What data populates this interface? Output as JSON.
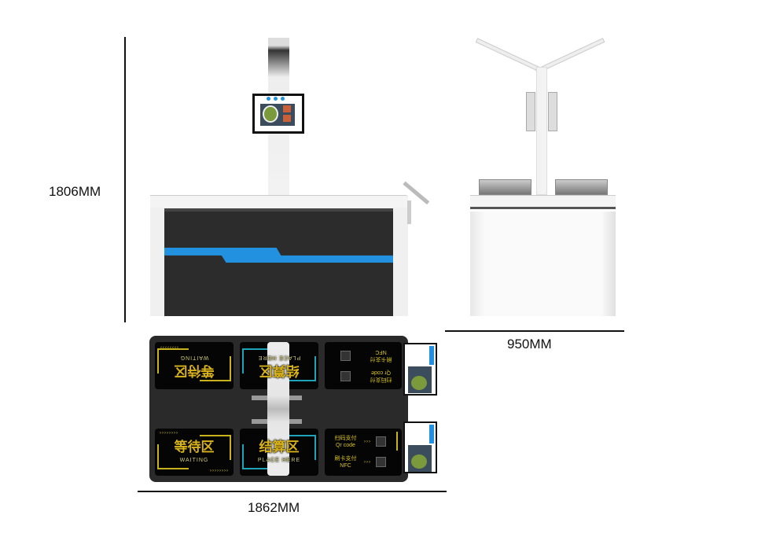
{
  "dimensions": {
    "height": "1806MM",
    "depth": "950MM",
    "width": "1862MM"
  },
  "tray_zones": {
    "waiting": {
      "cn": "等待区",
      "en": "WAITING"
    },
    "place": {
      "cn": "结算区",
      "en": "PLACE HERE"
    },
    "qr": {
      "cn": "扫码支付",
      "en": "Qr code"
    },
    "nfc": {
      "cn": "刷卡支付",
      "en": "NFC"
    },
    "arrows_left": "‹‹‹‹‹‹‹‹",
    "arrows_right": "››››››››",
    "arrows_short": "›››"
  },
  "colors": {
    "accent_blue": "#2291e0",
    "panel_yellow": "#c9b31c",
    "panel_cyan": "#1fa3b8",
    "body_dark": "#2c2c2c"
  }
}
